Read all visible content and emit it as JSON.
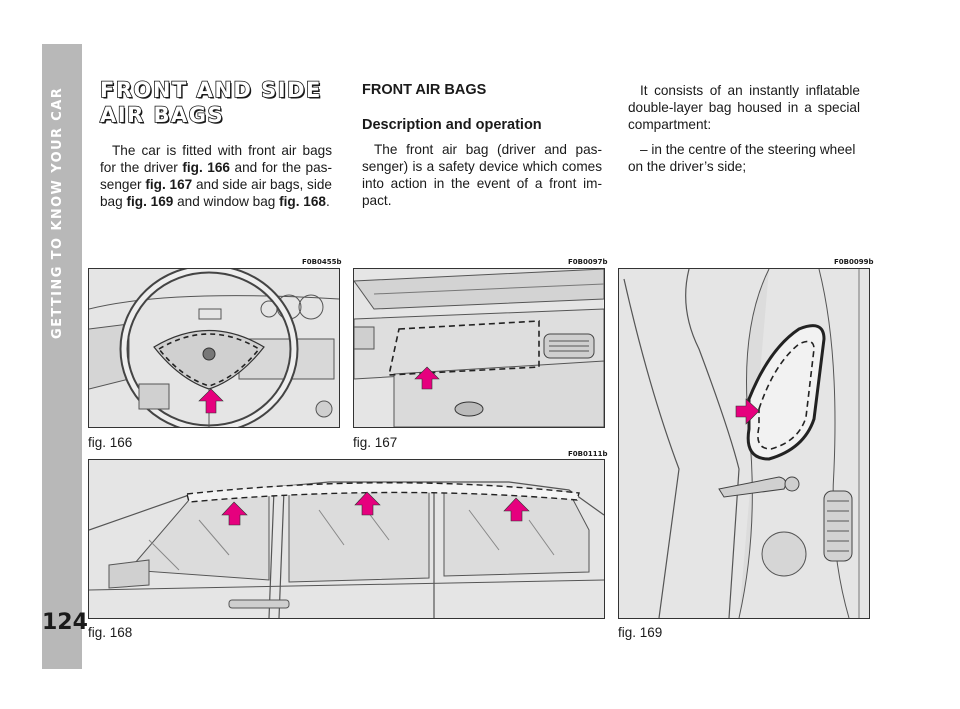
{
  "sidebar": {
    "section_title": "GETTING TO KNOW YOUR CAR",
    "page_number": "124"
  },
  "heading": {
    "line1": "FRONT AND SIDE",
    "line2": "AIR BAGS"
  },
  "column1": {
    "p1": "The car is fitted with front air bags for the driver ",
    "ref1": "fig. 166",
    "p2": " and for the pas-senger ",
    "ref2": "fig. 167",
    "p3": " and side air bags, side bag ",
    "ref3": "fig. 169",
    "p4": " and window bag ",
    "ref4": "fig. 168",
    "p5": "."
  },
  "column2": {
    "title": "FRONT AIR BAGS",
    "subtitle": "Description and operation",
    "body": "The front air bag (driver and pas-senger) is a safety device which comes into action in the event of a front im-pact."
  },
  "column3": {
    "p1": "It consists of an instantly inflatable double-layer bag housed in a special compartment:",
    "p2": "– in the centre of the steering wheel on the driver’s side;"
  },
  "figures": {
    "fig166": {
      "code": "F0B0455b",
      "caption": "fig. 166"
    },
    "fig167": {
      "code": "F0B0097b",
      "caption": "fig. 167"
    },
    "fig168": {
      "code": "F0B0111b",
      "caption": "fig. 168"
    },
    "fig169": {
      "code": "F0B0099b",
      "caption": "fig. 169"
    }
  },
  "colors": {
    "sidebar": "#b8b8b8",
    "arrow": "#e6007e",
    "figure_bg": "#e3e3e3"
  }
}
